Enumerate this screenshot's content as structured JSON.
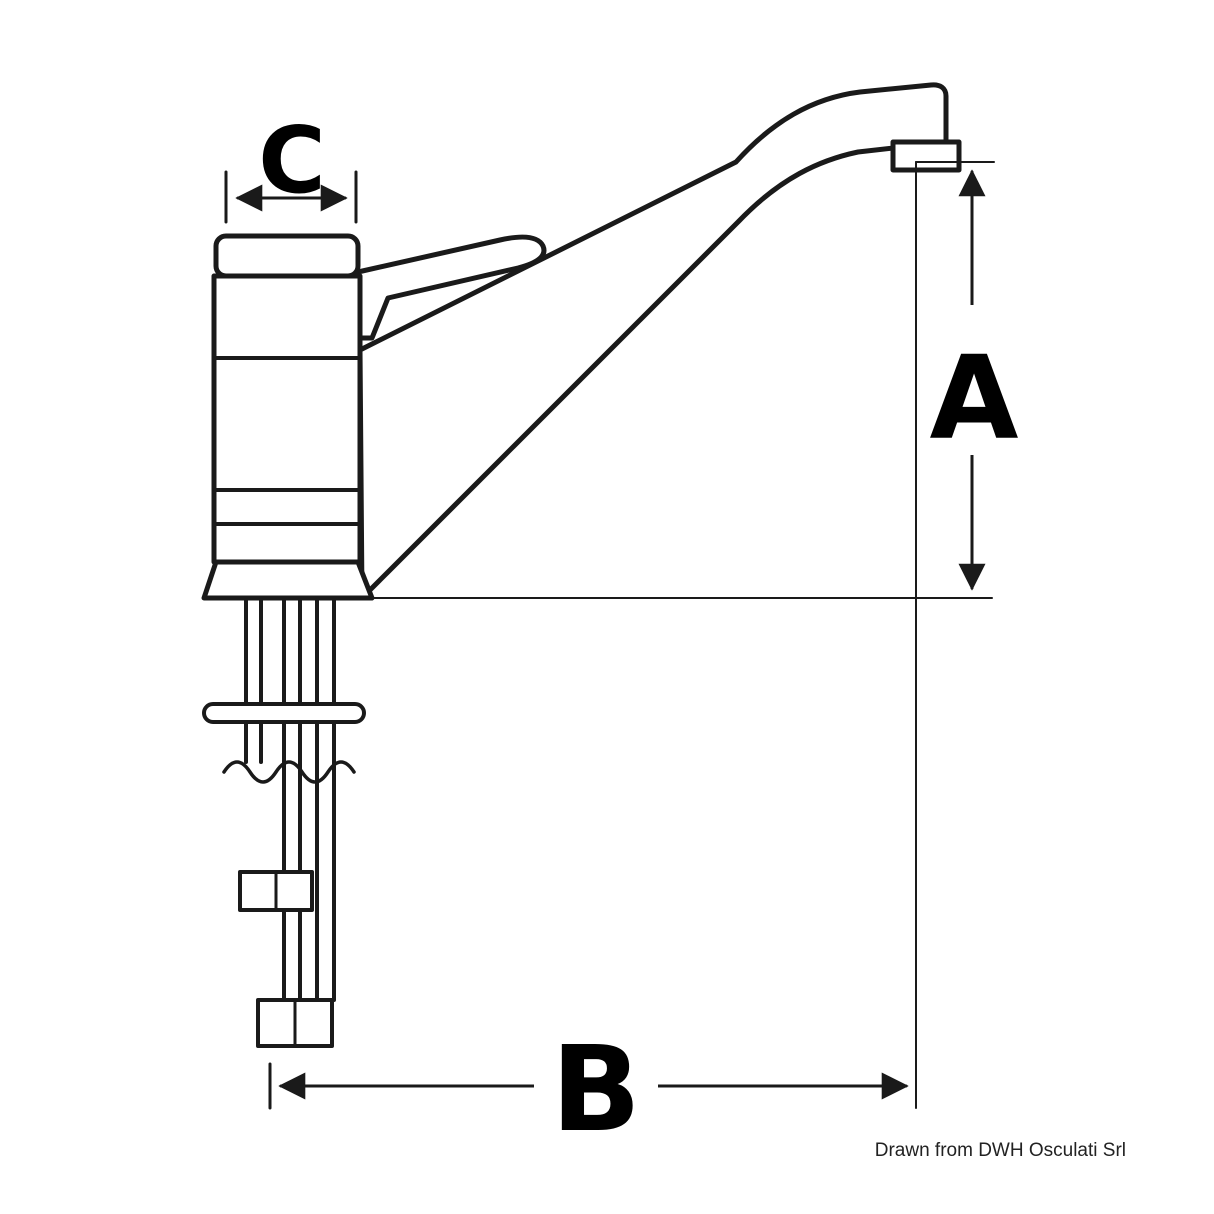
{
  "diagram": {
    "labels": {
      "a": "A",
      "b": "B",
      "c": "C"
    },
    "credit": "Drawn from DWH Osculati Srl",
    "colors": {
      "line": "#1a1a1a",
      "background": "#ffffff",
      "text": "#000000"
    }
  }
}
